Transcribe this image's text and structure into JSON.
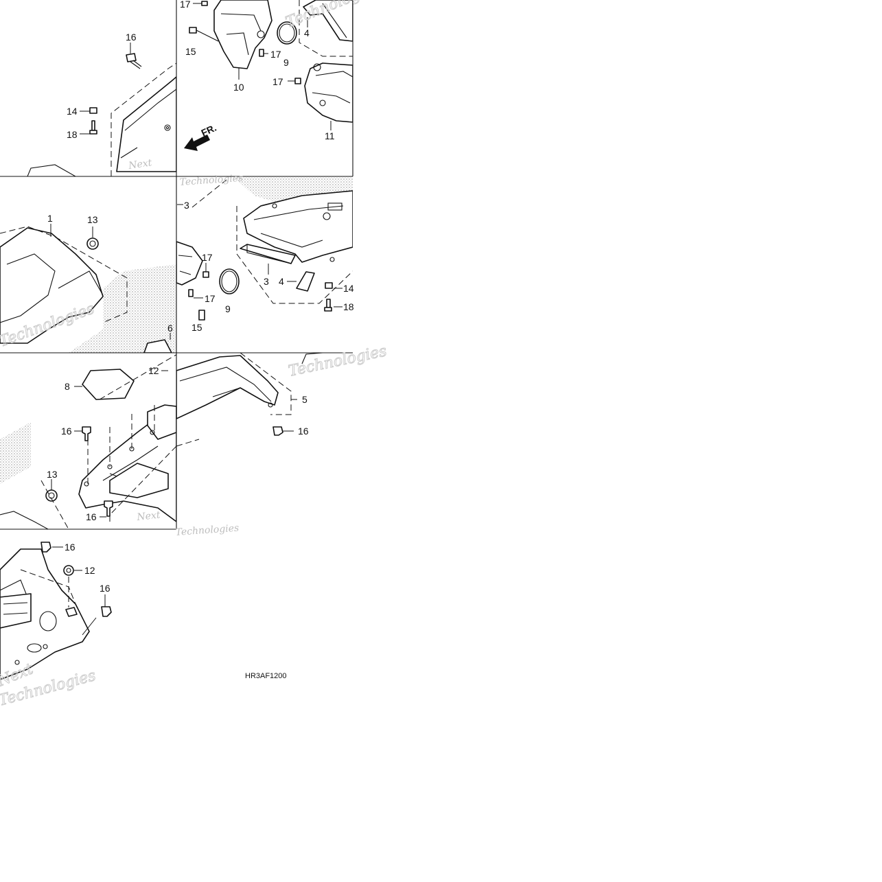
{
  "diagram": {
    "part_code": "HR3AF1200",
    "direction_label": "FR.",
    "watermark": [
      "Next",
      "Technologies"
    ],
    "callouts": {
      "t1": [
        "17",
        "16",
        "15",
        "14",
        "18",
        "10",
        "9",
        "17",
        "4",
        "17",
        "11"
      ],
      "t2": [
        "1",
        "13",
        "3",
        "17",
        "17",
        "9",
        "3",
        "4",
        "14",
        "18",
        "15",
        "6"
      ],
      "t3": [
        "8",
        "12",
        "16",
        "13",
        "16",
        "5",
        "16"
      ],
      "t4": [
        "16",
        "12",
        "16"
      ]
    }
  }
}
